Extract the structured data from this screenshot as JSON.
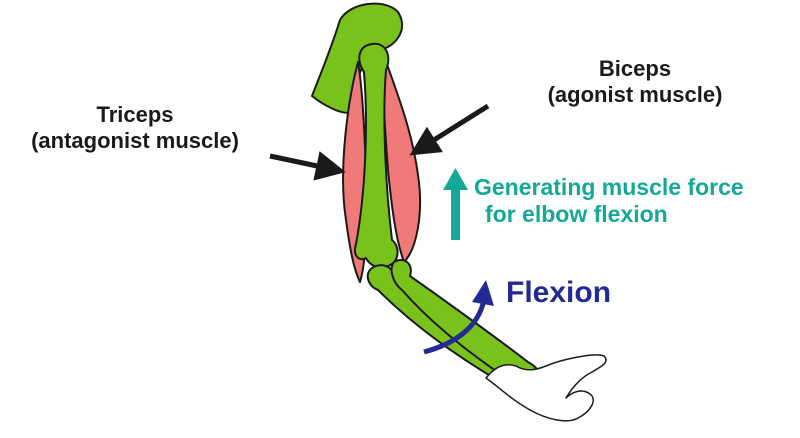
{
  "labels": {
    "triceps": {
      "line1": "Triceps",
      "line2": "(antagonist muscle)"
    },
    "biceps": {
      "line1": "Biceps",
      "line2": "(agonist muscle)"
    },
    "force": {
      "line1": "Generating muscle force",
      "line2": "for elbow flexion"
    },
    "flexion": "Flexion"
  },
  "colors": {
    "bone": "#79c21c",
    "muscle": "#f07a7a",
    "outline": "#1a1a1a",
    "force_arrow": "#13a898",
    "flexion_arrow": "#242a94",
    "pointer_arrow": "#1a1a1a"
  }
}
